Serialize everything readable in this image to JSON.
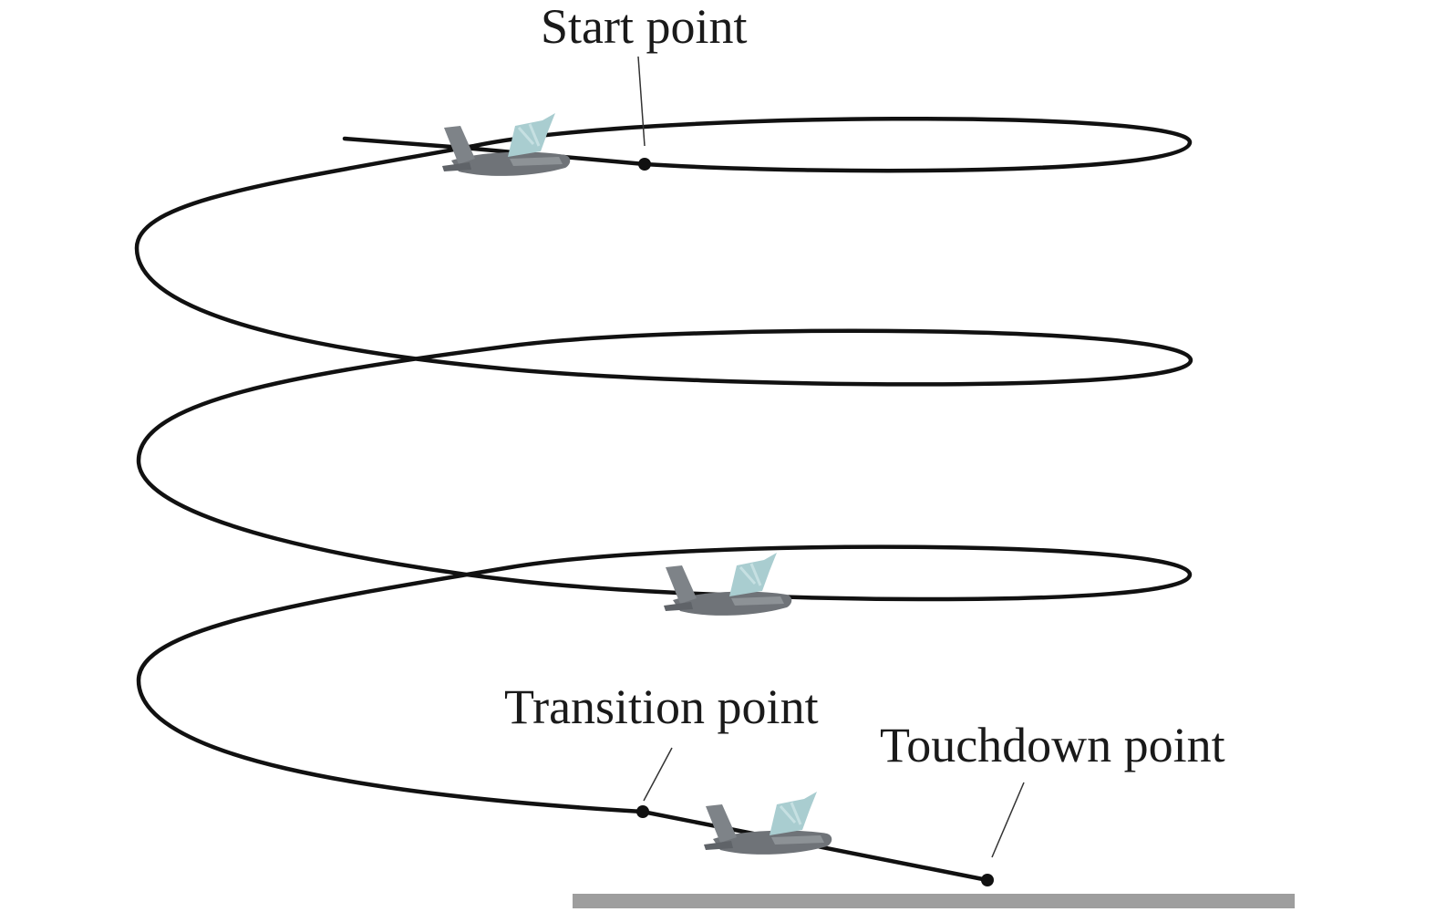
{
  "labels": {
    "start": "Start point",
    "transition": "Transition point",
    "touchdown": "Touchdown point"
  },
  "colors": {
    "path": "#111111",
    "ground": "#9e9e9e",
    "aircraft_body": "#6f7378",
    "aircraft_wing": "#a9cdd0"
  },
  "icons": [
    "aircraft-icon",
    "aircraft-icon",
    "aircraft-icon"
  ]
}
